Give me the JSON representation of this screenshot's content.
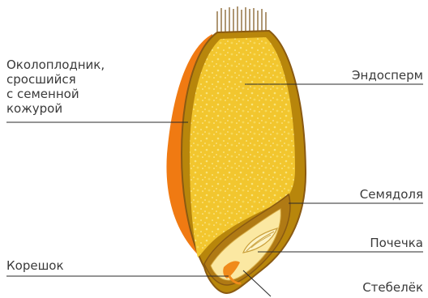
{
  "labels": {
    "pericarp": "Околоплодник,\nсросшийся\nс семенной\nкожурой",
    "endosperm": "Эндосперм",
    "cotyledon": "Семядоля",
    "plumule": "Почечка",
    "radicle": "Корешок",
    "stem": "Стебелёк"
  },
  "colors": {
    "pericarp_outer": "#f07a12",
    "coat": "#b8860b",
    "coat_dark": "#8a5a12",
    "endosperm": "#f2c62e",
    "endosperm_speck": "#f7de6e",
    "embryo": "#fbe8a2",
    "radicle": "#f08a1a",
    "leader_line": "#2a2a2a"
  }
}
